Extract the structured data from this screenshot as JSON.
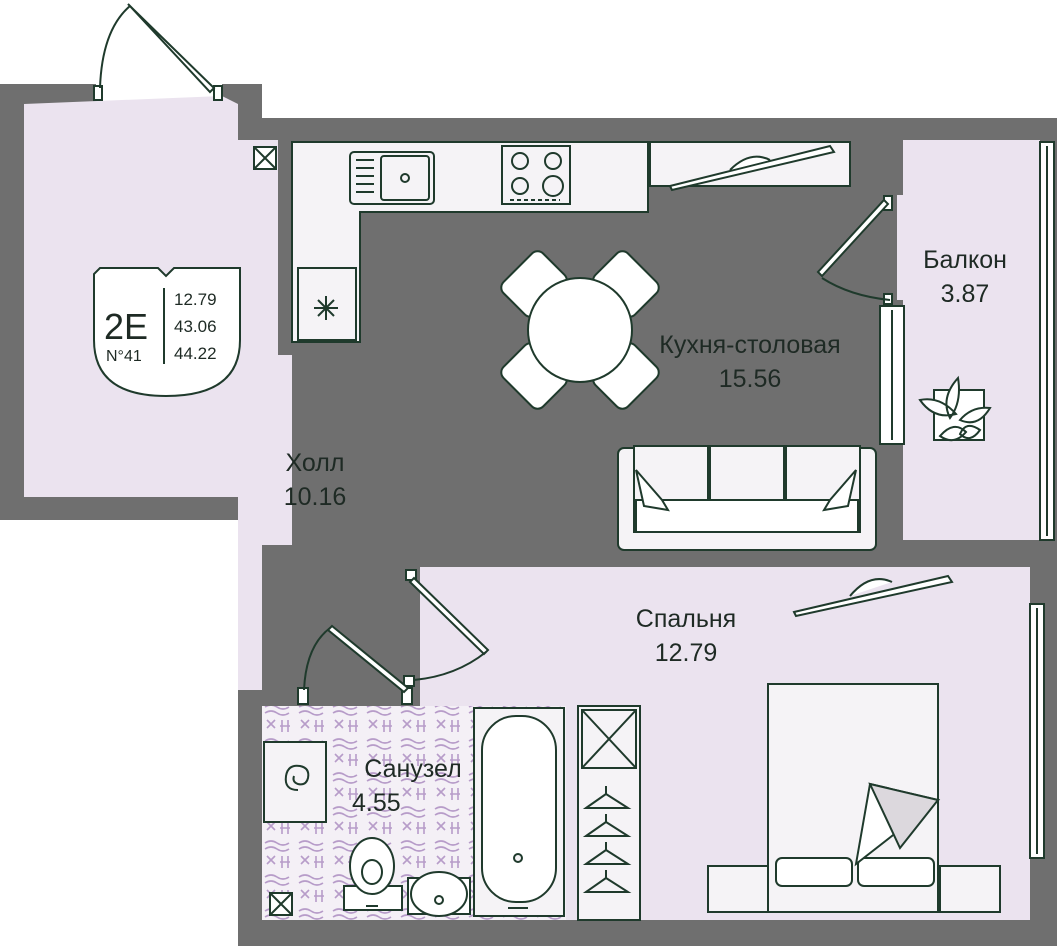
{
  "apartment": {
    "type_code": "2E",
    "number": "N°41",
    "areas": [
      "12.79",
      "43.06",
      "44.22"
    ]
  },
  "rooms": {
    "hall": {
      "name": "Холл",
      "area": "10.16"
    },
    "kitchen": {
      "name": "Кухня-столовая",
      "area": "15.56"
    },
    "balcony": {
      "name": "Балкон",
      "area": "3.87"
    },
    "bedroom": {
      "name": "Спальня",
      "area": "12.79"
    },
    "bathroom": {
      "name": "Санузел",
      "area": "4.55"
    }
  },
  "colors": {
    "wall": "#6f6f6f",
    "floor": "#ebe3ef",
    "furniture_stroke": "#1f3a2c",
    "furniture_fill": "#f5f3f6",
    "text": "#1e2a24"
  }
}
